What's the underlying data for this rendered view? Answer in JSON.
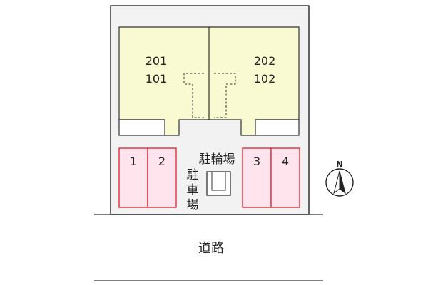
{
  "units": {
    "left_upper": "201",
    "left_lower": "101",
    "right_upper": "202",
    "right_lower": "102"
  },
  "parking": {
    "spaces": [
      "1",
      "2",
      "3",
      "4"
    ],
    "label_chars": [
      "駐",
      "車",
      "場"
    ]
  },
  "bicycle_parking": {
    "label": "駐輪場"
  },
  "road": {
    "label": "道路"
  },
  "compass": {
    "label": "N"
  },
  "colors": {
    "building_fill": "#fafad2",
    "parking_fill": "#ffe4ee",
    "parking_stroke": "#e0202e",
    "lot_fill": "#f2f2f2",
    "line": "#333333"
  }
}
